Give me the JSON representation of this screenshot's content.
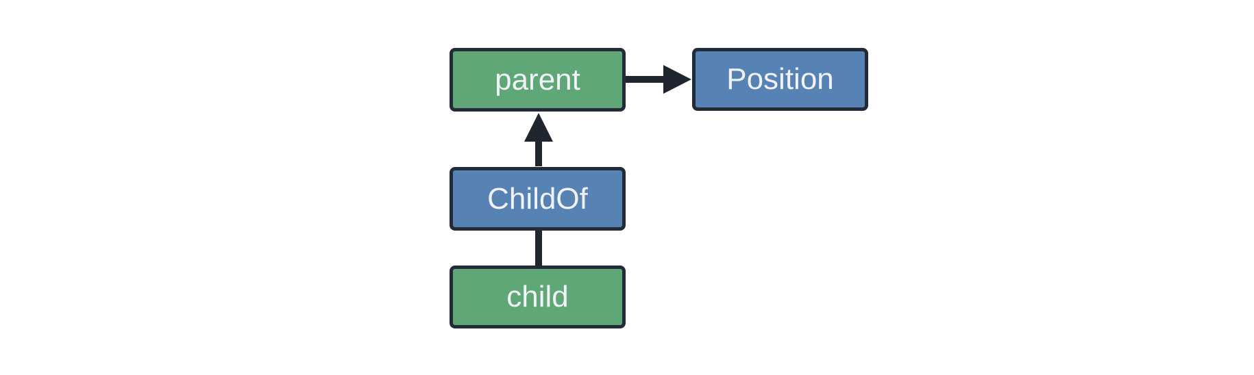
{
  "diagram": {
    "nodes": [
      {
        "id": "parent",
        "label": "parent",
        "color": "green"
      },
      {
        "id": "Position",
        "label": "Position",
        "color": "blue"
      },
      {
        "id": "ChildOf",
        "label": "ChildOf",
        "color": "blue"
      },
      {
        "id": "child",
        "label": "child",
        "color": "green"
      }
    ],
    "edges": [
      {
        "from": "parent",
        "to": "Position",
        "arrowhead": true,
        "direction": "right"
      },
      {
        "from": "ChildOf",
        "to": "parent",
        "arrowhead": true,
        "direction": "up"
      },
      {
        "from": "child",
        "to": "ChildOf",
        "arrowhead": false,
        "direction": "up"
      }
    ],
    "colors": {
      "green": "#5fa777",
      "blue": "#5682b4",
      "border": "#242b38",
      "line": "#20262f",
      "text": "#f0f2f7",
      "background": "#ffffff"
    }
  }
}
